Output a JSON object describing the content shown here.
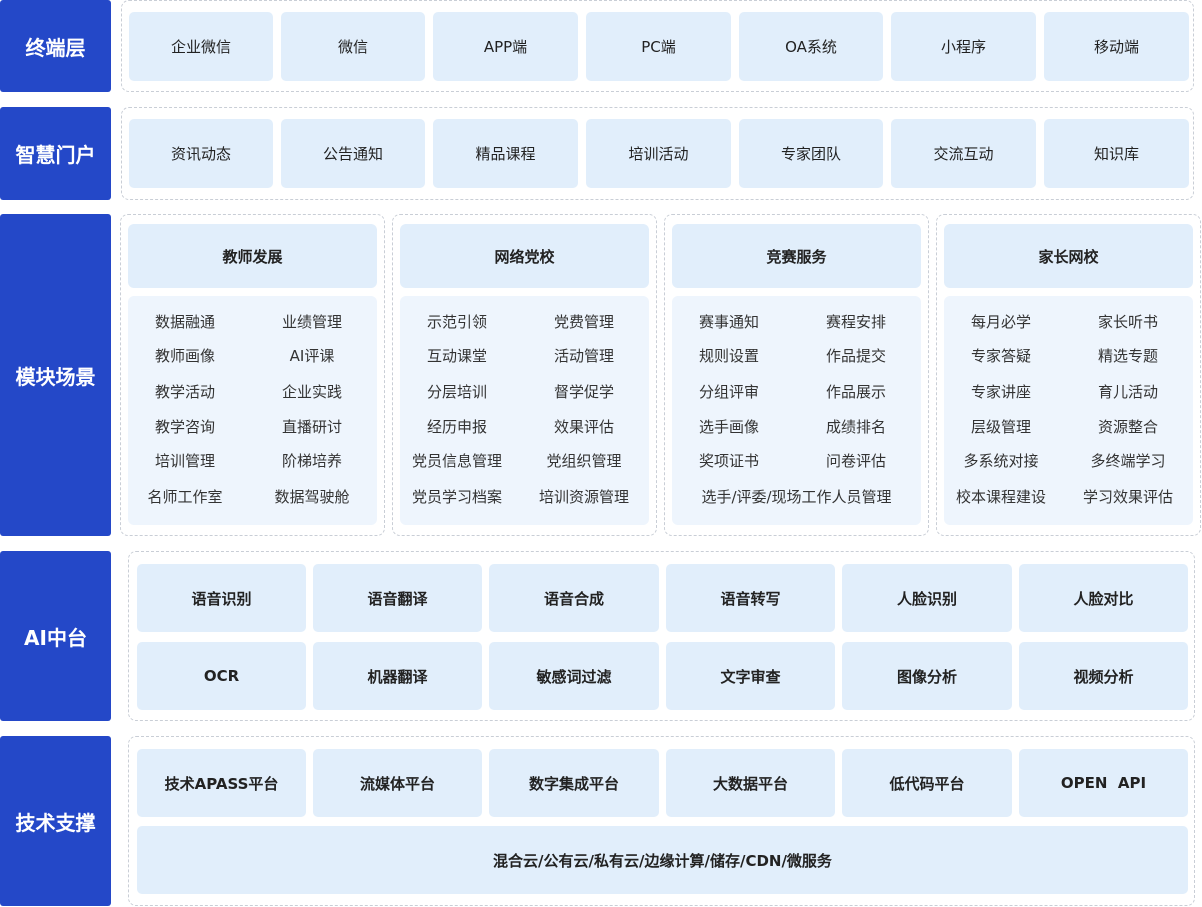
{
  "layers": {
    "terminal": {
      "label": "终端层",
      "items": [
        "企业微信",
        "微信",
        "APP端",
        "PC端",
        "OA系统",
        "小程序",
        "移动端"
      ]
    },
    "portal": {
      "label": "智慧门户",
      "items": [
        "资讯动态",
        "公告通知",
        "精品课程",
        "培训活动",
        "专家团队",
        "交流互动",
        "知识库"
      ]
    },
    "modules": {
      "label": "模块场景",
      "blocks": [
        {
          "title": "教师发展",
          "items": [
            "数据融通",
            "业绩管理",
            "教师画像",
            "AI评课",
            "教学活动",
            "企业实践",
            "教学咨询",
            "直播研讨",
            "培训管理",
            "阶梯培养",
            "名师工作室",
            "数据驾驶舱"
          ]
        },
        {
          "title": "网络党校",
          "items": [
            "示范引领",
            "党费管理",
            "互动课堂",
            "活动管理",
            "分层培训",
            "督学促学",
            "经历申报",
            "效果评估",
            "党员信息管理",
            "党组织管理",
            "党员学习档案",
            "培训资源管理"
          ]
        },
        {
          "title": "竞赛服务",
          "items": [
            "赛事通知",
            "赛程安排",
            "规则设置",
            "作品提交",
            "分组评审",
            "作品展示",
            "选手画像",
            "成绩排名",
            "奖项证书",
            "问卷评估"
          ],
          "wide_item": "选手/评委/现场工作人员管理"
        },
        {
          "title": "家长网校",
          "items": [
            "每月必学",
            "家长听书",
            "专家答疑",
            "精选专题",
            "专家讲座",
            "育儿活动",
            "层级管理",
            "资源整合",
            "多系统对接",
            "多终端学习",
            "校本课程建设",
            "学习效果评估"
          ]
        }
      ]
    },
    "ai": {
      "label": "AI中台",
      "items": [
        "语音识别",
        "语音翻译",
        "语音合成",
        "语音转写",
        "人脸识别",
        "人脸对比",
        "OCR",
        "机器翻译",
        "敏感词过滤",
        "文字审查",
        "图像分析",
        "视频分析"
      ]
    },
    "tech": {
      "label": "技术支撑",
      "items": [
        "技术APASS平台",
        "流媒体平台",
        "数字集成平台",
        "大数据平台",
        "低代码平台",
        "OPEN  API"
      ],
      "bottom": "混合云/公有云/私有云/边缘计算/储存/CDN/微服务"
    }
  }
}
